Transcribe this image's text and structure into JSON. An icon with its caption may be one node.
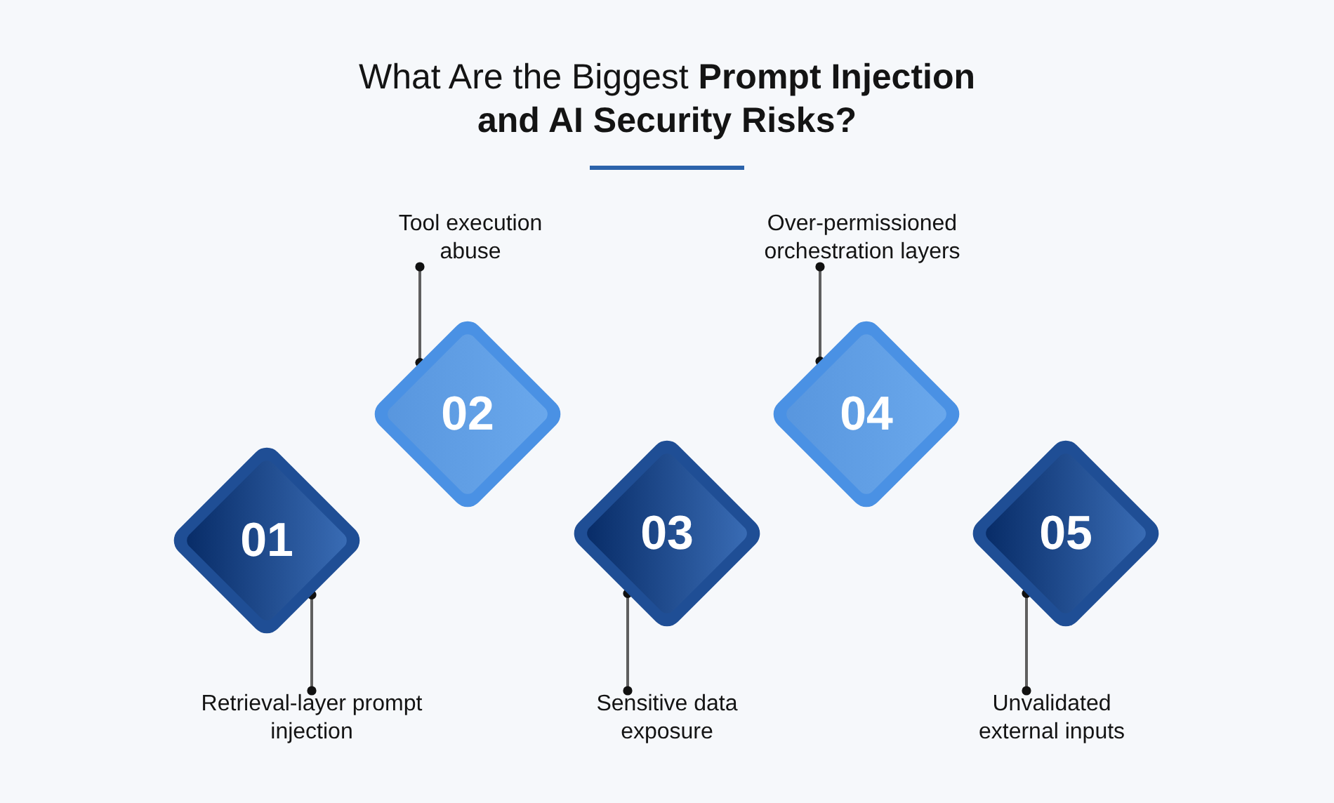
{
  "diagram": {
    "title": "What Are the Biggest **Prompt Injection and AI Security Risks?**",
    "nodes": [
      {
        "text": [
          "01"
        ]
      },
      {
        "text": [
          "Retrieval-layer prompt injection"
        ]
      },
      {
        "text": [
          "02"
        ]
      },
      {
        "text": [
          "Tool execution abuse"
        ]
      },
      {
        "text": [
          "03"
        ]
      },
      {
        "text": [
          "Sensitive data exposure"
        ]
      },
      {
        "text": [
          "04"
        ]
      },
      {
        "text": [
          "Over-permissioned orchestration layers"
        ]
      },
      {
        "text": [
          "05"
        ]
      },
      {
        "text": [
          "Unvalidated external inputs"
        ]
      }
    ],
    "edges": [
      {
        "from": 1,
        "to": 0,
        "arrow": "other"
      },
      {
        "from": 3,
        "to": 2,
        "arrow": "other"
      },
      {
        "from": 5,
        "to": 4,
        "arrow": "other"
      },
      {
        "from": 7,
        "to": 6,
        "arrow": "other"
      },
      {
        "from": 9,
        "to": 8,
        "arrow": "other"
      }
    ]
  }
}
